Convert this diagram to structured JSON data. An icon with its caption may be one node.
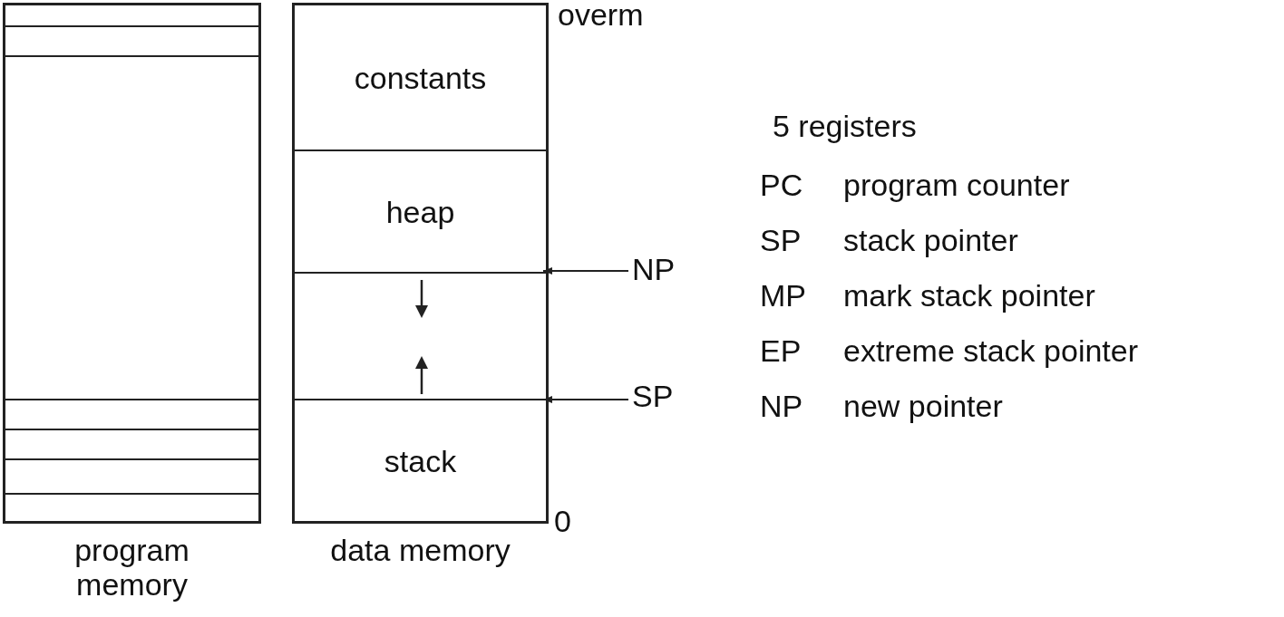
{
  "diagram": {
    "nodes": [
      {
        "text": [
          "program memory"
        ]
      },
      {
        "text": [
          "data memory"
        ],
        "beside": [
          "overm",
          "0"
        ]
      },
      {
        "text": [
          "constants"
        ],
        "in": 1
      },
      {
        "text": [
          "heap"
        ],
        "in": 1
      },
      {
        "text": [],
        "shape": "box",
        "in": 1
      },
      {
        "text": [
          "stack"
        ],
        "in": 1
      },
      {
        "text": [
          "NP"
        ]
      },
      {
        "text": [
          "SP"
        ]
      }
    ],
    "edges": [
      {
        "from": 6,
        "to": 3,
        "arrow": "to"
      },
      {
        "from": 7,
        "to": 5,
        "arrow": "to"
      }
    ],
    "labels": [
      "5 registers",
      "PC",
      "program counter",
      "SP",
      "stack pointer",
      "MP",
      "mark stack pointer",
      "EP",
      "extreme stack pointer",
      "NP",
      "new pointer"
    ]
  }
}
